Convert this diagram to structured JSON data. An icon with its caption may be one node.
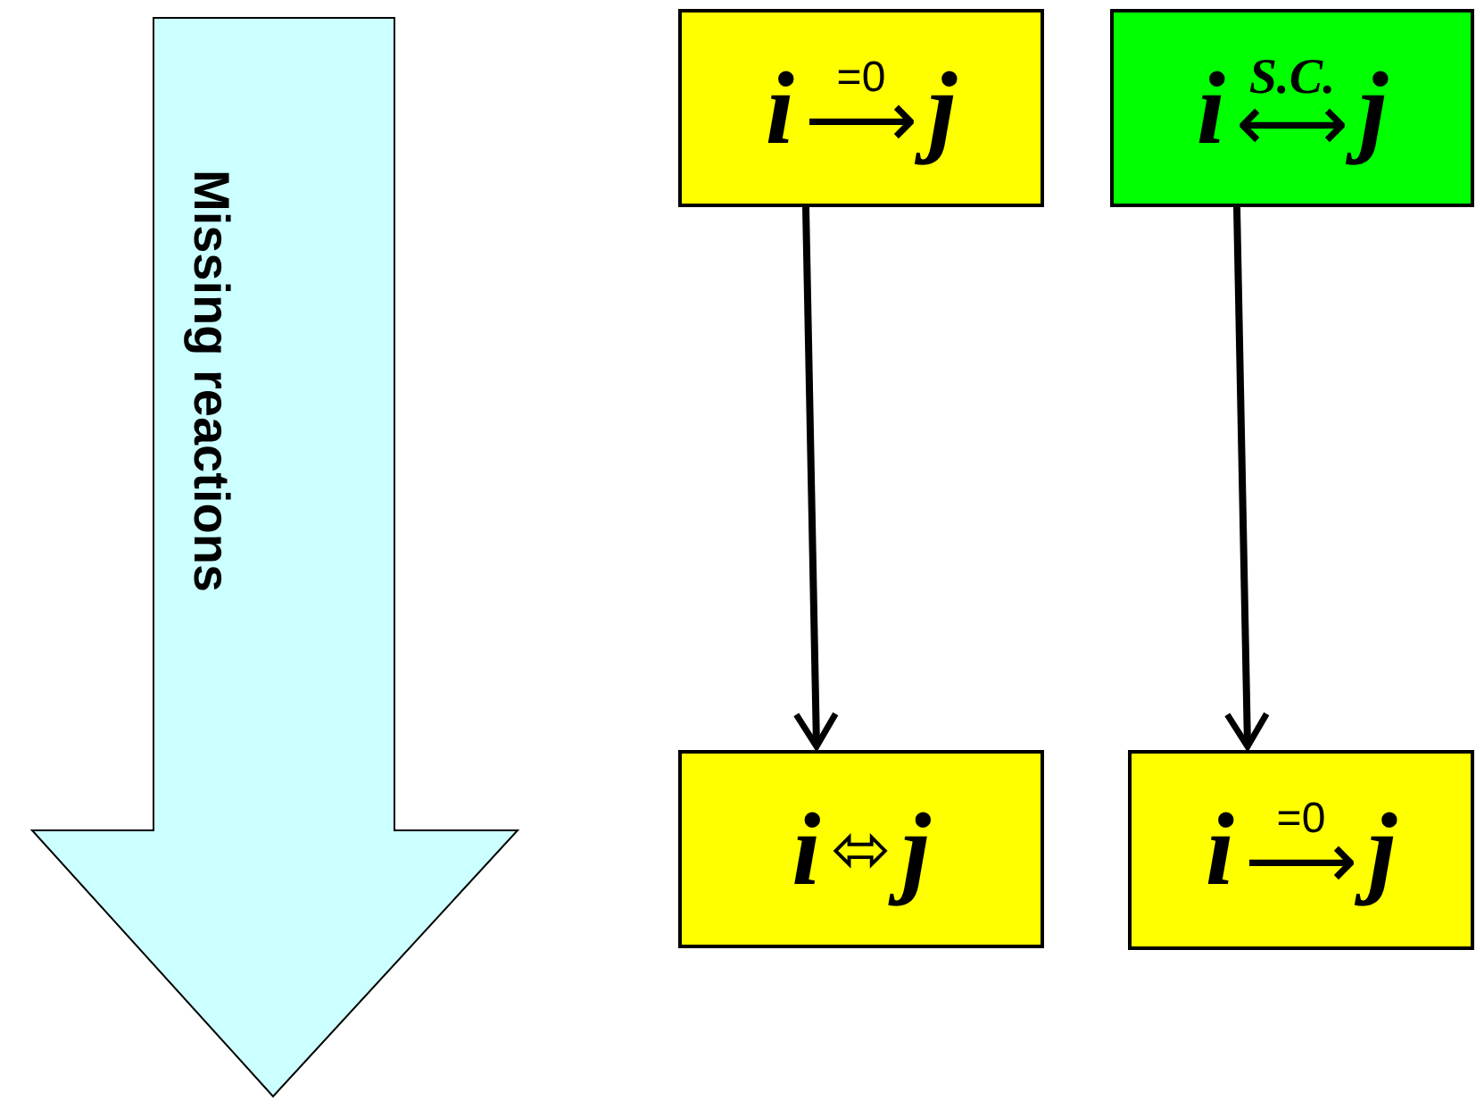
{
  "diagram": {
    "nodes": [
      {
        "text": [
          "Missing reactions"
        ]
      },
      {
        "text": [
          "i",
          "=0",
          "⟶",
          "j"
        ]
      },
      {
        "text": [
          "i",
          "S.C.",
          "⟷",
          "j"
        ]
      },
      {
        "text": [
          "i",
          "⬄",
          "j"
        ]
      },
      {
        "text": [
          "i",
          "=0",
          "⟶",
          "j"
        ]
      }
    ],
    "edges": [
      {
        "from": 1,
        "to": 3,
        "arrow": "to"
      },
      {
        "from": 2,
        "to": 4,
        "arrow": "to"
      }
    ]
  }
}
